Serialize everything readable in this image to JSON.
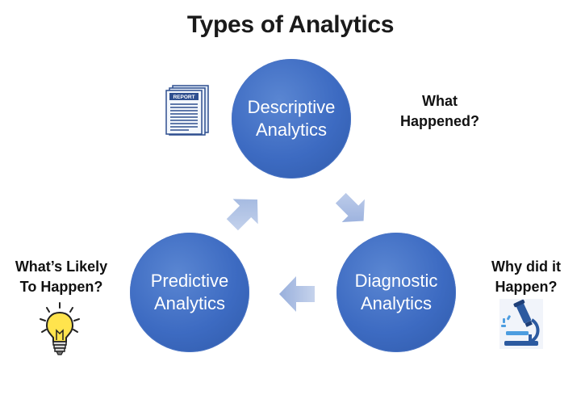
{
  "title": "Types of Analytics",
  "nodes": [
    {
      "line1": "Descriptive",
      "line2": "Analytics",
      "question_line1": "What",
      "question_line2": "Happened?",
      "icon": "report-document-icon"
    },
    {
      "line1": "Diagnostic",
      "line2": "Analytics",
      "question_line1": "Why did it",
      "question_line2": "Happen?",
      "icon": "microscope-icon"
    },
    {
      "line1": "Predictive",
      "line2": "Analytics",
      "question_line1": "What’s Likely",
      "question_line2": "To Happen?",
      "icon": "lightbulb-icon"
    }
  ],
  "report_label": "REPORT",
  "colors": {
    "circle": "#3d6bc2",
    "arrow": "#a9bde3",
    "text": "#111111"
  }
}
